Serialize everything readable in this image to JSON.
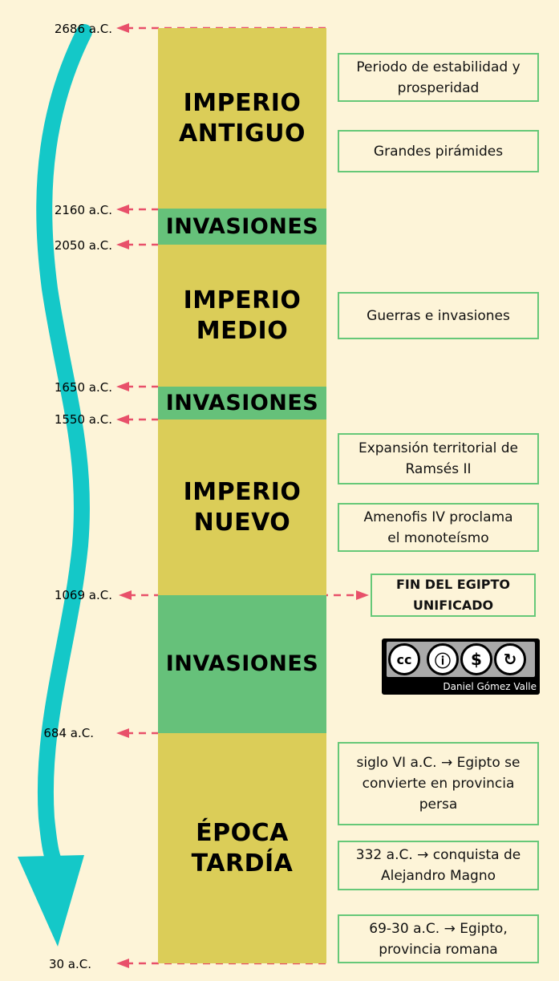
{
  "timeline": {
    "dates": [
      {
        "label": "2686 a.C."
      },
      {
        "label": "2160 a.C."
      },
      {
        "label": "2050 a.C."
      },
      {
        "label": "1650 a.C."
      },
      {
        "label": "1550 a.C."
      },
      {
        "label": "1069 a.C."
      },
      {
        "label": "684 a.C."
      },
      {
        "label": "30 a.C."
      }
    ],
    "periods": [
      {
        "name": "IMPERIO\nANTIGUO",
        "color": "#dbcd58"
      },
      {
        "name": "INVASIONES",
        "color": "#66c17a"
      },
      {
        "name": "IMPERIO\nMEDIO",
        "color": "#dbcd58"
      },
      {
        "name": "INVASIONES",
        "color": "#66c17a"
      },
      {
        "name": "IMPERIO\nNUEVO",
        "color": "#dbcd58"
      },
      {
        "name": "INVASIONES",
        "color": "#66c17a"
      },
      {
        "name": "ÉPOCA\nTARDÍA",
        "color": "#dbcd58"
      }
    ],
    "notes": [
      {
        "text": "Periodo de estabilidad y\nprosperidad"
      },
      {
        "text": "Grandes pirámides"
      },
      {
        "text": "Guerras e invasiones"
      },
      {
        "text": "Expansión territorial de\nRamsés II"
      },
      {
        "text": "Amenofis IV proclama\nel monoteísmo"
      },
      {
        "text": "FIN DEL EGIPTO\nUNIFICADO"
      },
      {
        "text": "siglo VI a.C. → Egipto se\nconvierte en provincia\npersa"
      },
      {
        "text": "332 a.C. → conquista de\nAlejandro Magno"
      },
      {
        "text": "69-30 a.C. → Egipto,\nprovincia romana"
      }
    ]
  },
  "license": {
    "author": "Daniel Gómez Valle",
    "icons": [
      "cc-icon",
      "attribution-icon",
      "noncommercial-icon",
      "sharealike-icon"
    ]
  },
  "colors": {
    "background": "#fdf4d8",
    "arrow": "#14c8c8",
    "dashed": "#e8506a",
    "note_border": "#66c878"
  }
}
